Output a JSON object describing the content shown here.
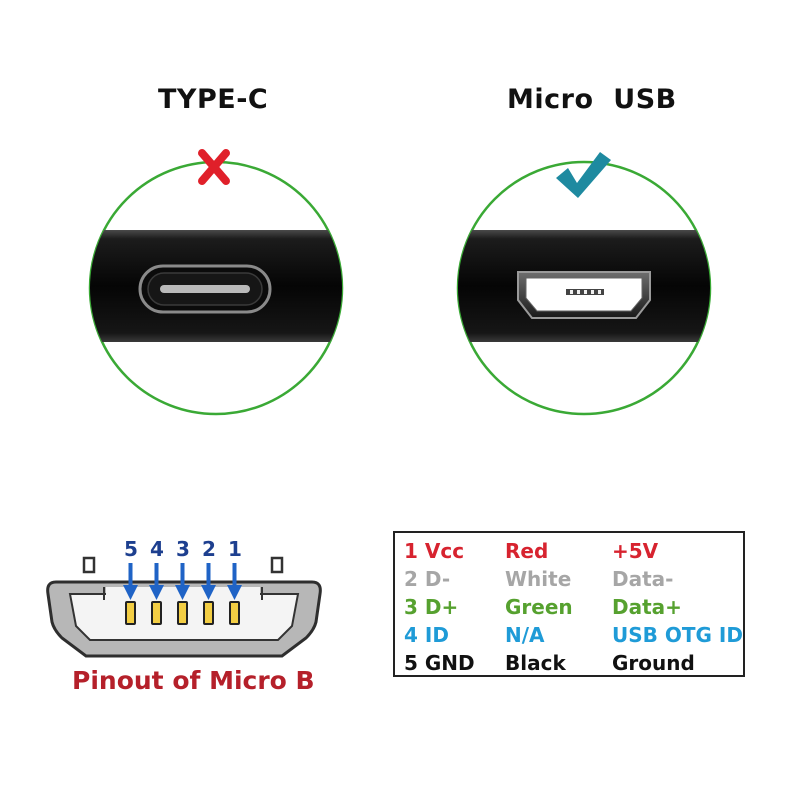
{
  "headings": {
    "left": "TYPE-C",
    "right": "Micro  USB"
  },
  "marks": {
    "left": "cross-icon",
    "right": "check-icon"
  },
  "colors": {
    "circle": "#3aa935",
    "cross": "#e0202a",
    "check": "#1e8aa0",
    "caption": "#b5202a",
    "pin_arrow": "#1f63c6"
  },
  "pinout": {
    "caption": "Pinout of Micro B",
    "pin_labels": [
      "5",
      "4",
      "3",
      "2",
      "1"
    ]
  },
  "pin_table": [
    {
      "pin": "1 Vcc",
      "wire": "Red",
      "signal": "+5V",
      "color": "#d7232f"
    },
    {
      "pin": "2 D-",
      "wire": "White",
      "signal": "Data-",
      "color": "#a6a6a6"
    },
    {
      "pin": "3 D+",
      "wire": "Green",
      "signal": "Data+",
      "color": "#56a12f"
    },
    {
      "pin": "4 ID",
      "wire": "N/A",
      "signal": "USB OTG ID",
      "color": "#1f9bd7"
    },
    {
      "pin": "5 GND",
      "wire": "Black",
      "signal": "Ground",
      "color": "#111111"
    }
  ]
}
